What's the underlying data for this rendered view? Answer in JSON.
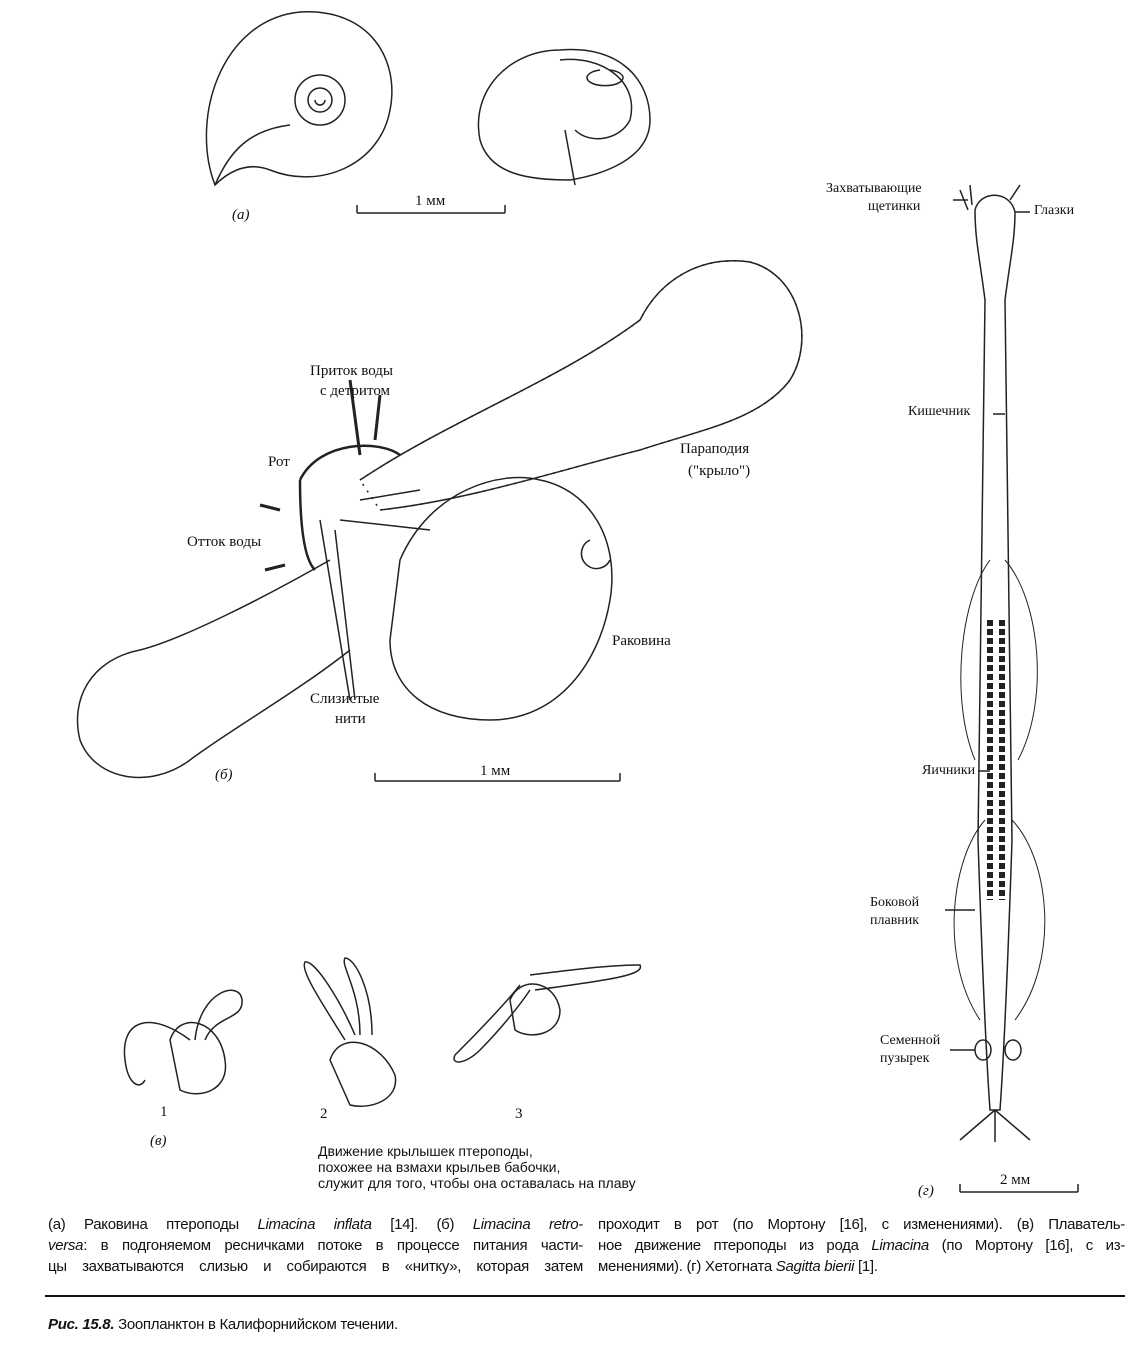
{
  "panel_a": {
    "label": "(а)",
    "scale": "1 мм"
  },
  "panel_b": {
    "label": "(б)",
    "scale": "1 мм",
    "inflow_1": "Приток воды",
    "inflow_2": "с детритом",
    "mouth": "Рот",
    "parapodia_1": "Параподия",
    "parapodia_2": "(\"крыло\")",
    "outflow": "Отток воды",
    "shell": "Раковина",
    "mucus_1": "Слизистые",
    "mucus_2": "нити"
  },
  "panel_v": {
    "label": "(в)",
    "stages": [
      "1",
      "2",
      "3"
    ],
    "note": [
      "Движение крылышек птероподы,",
      "похожее на взмахи крыльев бабочки,",
      "служит для того, чтобы она оставалась на плаву"
    ]
  },
  "panel_g": {
    "label": "(г)",
    "scale": "2 мм",
    "bristles_1": "Захватывающие",
    "bristles_2": "щетинки",
    "eyes": "Глазки",
    "gut": "Кишечник",
    "ovaries": "Яичники",
    "fin_1": "Боковой",
    "fin_2": "плавник",
    "vesicle_1": "Семенной",
    "vesicle_2": "пузырек"
  },
  "caption": {
    "left": [
      [
        "(а) Раковина птероподы ",
        "Limacina inflata",
        " [14]. (б) ",
        "Limacina retro-"
      ],
      [
        "versa",
        ": в подгоняемом ресничками потоке в процессе питания части-"
      ],
      [
        "цы захватываются слизью и собираются в «нитку», которая затем"
      ]
    ],
    "right": [
      [
        "проходит в рот (по Мортону [16], с изменениями). (в) Плаватель-"
      ],
      [
        "ное движение птероподы из рода ",
        "Limacina",
        " (по Мортону [16], с из-"
      ],
      [
        "менениями). (г) Хетогната ",
        "Sagitta bierii",
        " [1]."
      ]
    ]
  },
  "figure_title": {
    "number": "Рис. 15.8.",
    "text": " Зоопланктон в Калифорнийском течении."
  }
}
